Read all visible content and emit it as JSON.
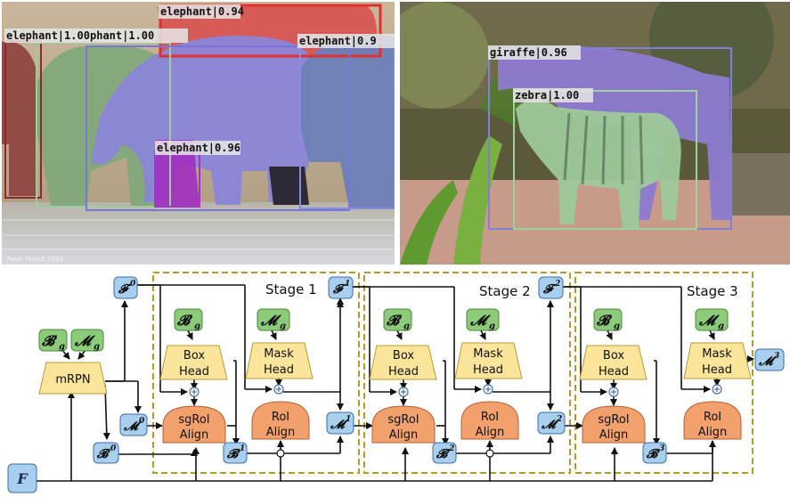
{
  "photos": {
    "left": {
      "detections": [
        {
          "label": "elephant|0.94",
          "color": "#d93030"
        },
        {
          "label": "elephant|1.00",
          "color": "#8a2a2a"
        },
        {
          "label": "phant|1.00",
          "color": "#7fb37f"
        },
        {
          "label": "elephant|0.9",
          "color": "#7777d6"
        },
        {
          "label": "elephant|0.96",
          "color": "#a833c9"
        }
      ],
      "watermark": "Peter Hiroch 2010"
    },
    "right": {
      "detections": [
        {
          "label": "giraffe|0.96",
          "color": "#8080d8"
        },
        {
          "label": "zebra|1.00",
          "color": "#7fbf8a"
        }
      ]
    }
  },
  "diagram": {
    "stages": [
      "Stage 1",
      "Stage 2",
      "Stage 3"
    ],
    "inputs": {
      "F": "F",
      "Bg": "𝓑",
      "Bg_sub": "g",
      "Mg": "𝓜",
      "Mg_sub": "g"
    },
    "mrpn": "mRPN",
    "box_head": [
      "Box",
      "Head"
    ],
    "mask_head": [
      "Mask",
      "Head"
    ],
    "sgroi": [
      "sgRoI",
      "Align"
    ],
    "roi": [
      "RoI",
      "Align"
    ],
    "F_labels": [
      "𝓕",
      "𝓕",
      "𝓕"
    ],
    "F_sups": [
      "0",
      "1",
      "2"
    ],
    "M_labels": [
      "𝓜",
      "𝓜",
      "𝓜"
    ],
    "M_sups": [
      "0",
      "1",
      "2"
    ],
    "B_labels": [
      "𝓑",
      "𝓑",
      "𝓑",
      "𝓑"
    ],
    "B_sups": [
      "0",
      "1",
      "2",
      "3"
    ],
    "M_out": "𝓜",
    "M_out_sup": "3",
    "colors": {
      "green": "#8ccb7a",
      "yellow": "#fbe59a",
      "orange": "#f2a16d",
      "blue": "#a9cfee",
      "stage_border": "#b59a2a"
    }
  }
}
